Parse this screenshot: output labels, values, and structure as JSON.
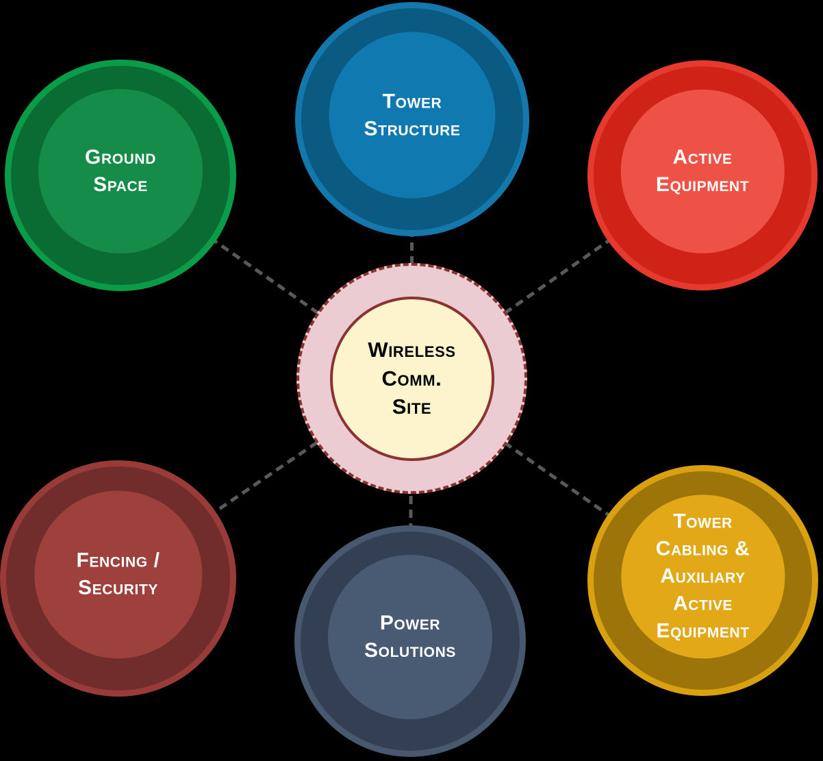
{
  "diagram": {
    "colors": {
      "background": "#000000",
      "connector": "#595959"
    },
    "hub": {
      "text": "Wireless\nComm.\nSite",
      "colors": {
        "ring-fill": "#ecccd3",
        "ring-border": "#8c3231",
        "inner-fill": "#fdf3cd",
        "inner-border": "#8c3231",
        "text": "#000000"
      }
    },
    "nodes": [
      {
        "id": "ground-space",
        "text": "Ground\nSpace",
        "colors": {
          "ring": "#0b9c4a",
          "band": "#0a6c33",
          "inner": "#158c47",
          "text": "#ffffff"
        }
      },
      {
        "id": "tower-structure",
        "text": "Tower\nStructure",
        "colors": {
          "ring": "#1478ad",
          "band": "#0a5a81",
          "inner": "#107ab0",
          "text": "#ffffff"
        }
      },
      {
        "id": "active-equipment",
        "text": "Active\nEquipment",
        "colors": {
          "ring": "#e63a2e",
          "band": "#d02318",
          "inner": "#ee5246",
          "text": "#ffffff"
        }
      },
      {
        "id": "fencing-security",
        "text": "Fencing /\nSecurity",
        "colors": {
          "ring": "#993b38",
          "band": "#702d2c",
          "inner": "#9e403c",
          "text": "#ffffff"
        }
      },
      {
        "id": "power-solutions",
        "text": "Power\nSolutions",
        "colors": {
          "ring": "#48586e",
          "band": "#333f52",
          "inner": "#495b72",
          "text": "#ffffff"
        }
      },
      {
        "id": "tower-cabling",
        "text": "Tower\nCabling &\nAuxiliary\nActive\nEquipment",
        "colors": {
          "ring": "#d9a010",
          "band": "#9c7409",
          "inner": "#e2a817",
          "text": "#ffffff"
        }
      }
    ]
  }
}
